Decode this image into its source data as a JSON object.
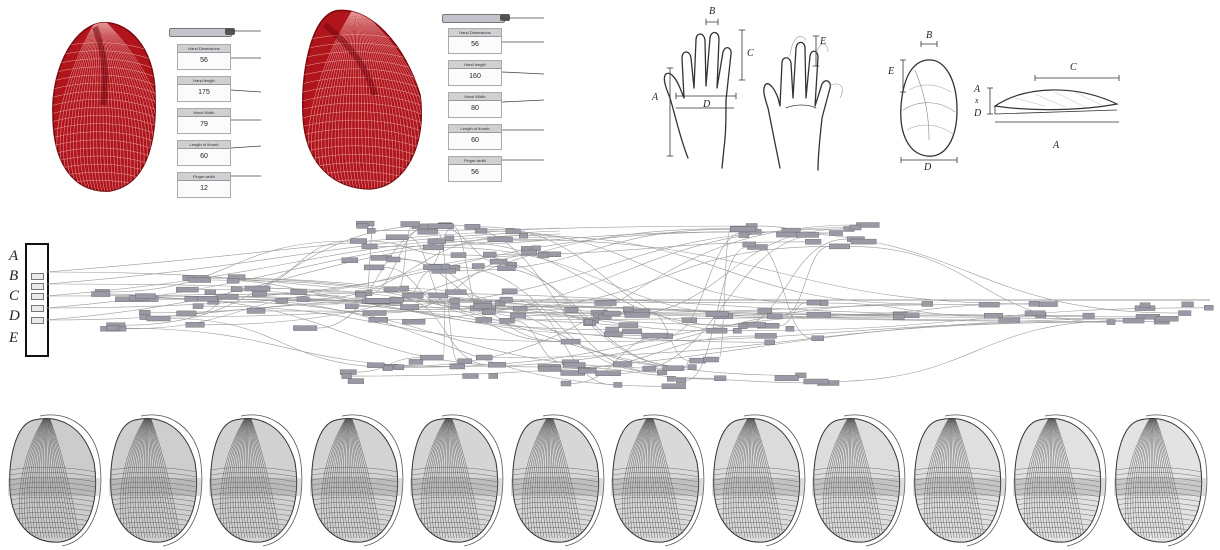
{
  "colors": {
    "mesh_red": "#b0151c",
    "mesh_dark": "#7a0a10",
    "node_fill": "#9a9aa6",
    "wire": "#9b9b9b"
  },
  "input_panels": [
    {
      "slots": [
        {
          "label": "Hand Dimensions",
          "value": "56"
        },
        {
          "label": "Hand length",
          "value": "175"
        },
        {
          "label": "Hand Width",
          "value": "79"
        },
        {
          "label": "Length of thumb",
          "value": "60"
        },
        {
          "label": "Finger width",
          "value": "12"
        }
      ]
    },
    {
      "slots": [
        {
          "label": "Hand Dimensions",
          "value": "56"
        },
        {
          "label": "Hand length",
          "value": "160"
        },
        {
          "label": "Hand Width",
          "value": "80"
        },
        {
          "label": "Length of thumb",
          "value": "60"
        },
        {
          "label": "Finger width",
          "value": "56"
        }
      ]
    }
  ],
  "hand_diagram": {
    "labels": [
      "A",
      "B",
      "C",
      "D",
      "E"
    ]
  },
  "shell_top_diagram": {
    "labels": [
      "B",
      "E",
      "D"
    ]
  },
  "shell_side_diagram": {
    "labels": [
      "C",
      "A",
      "x",
      "D",
      "A"
    ]
  },
  "definition_inputs": {
    "labels": [
      "A",
      "B",
      "C",
      "D",
      "E"
    ]
  },
  "iterations": {
    "count": 12
  }
}
